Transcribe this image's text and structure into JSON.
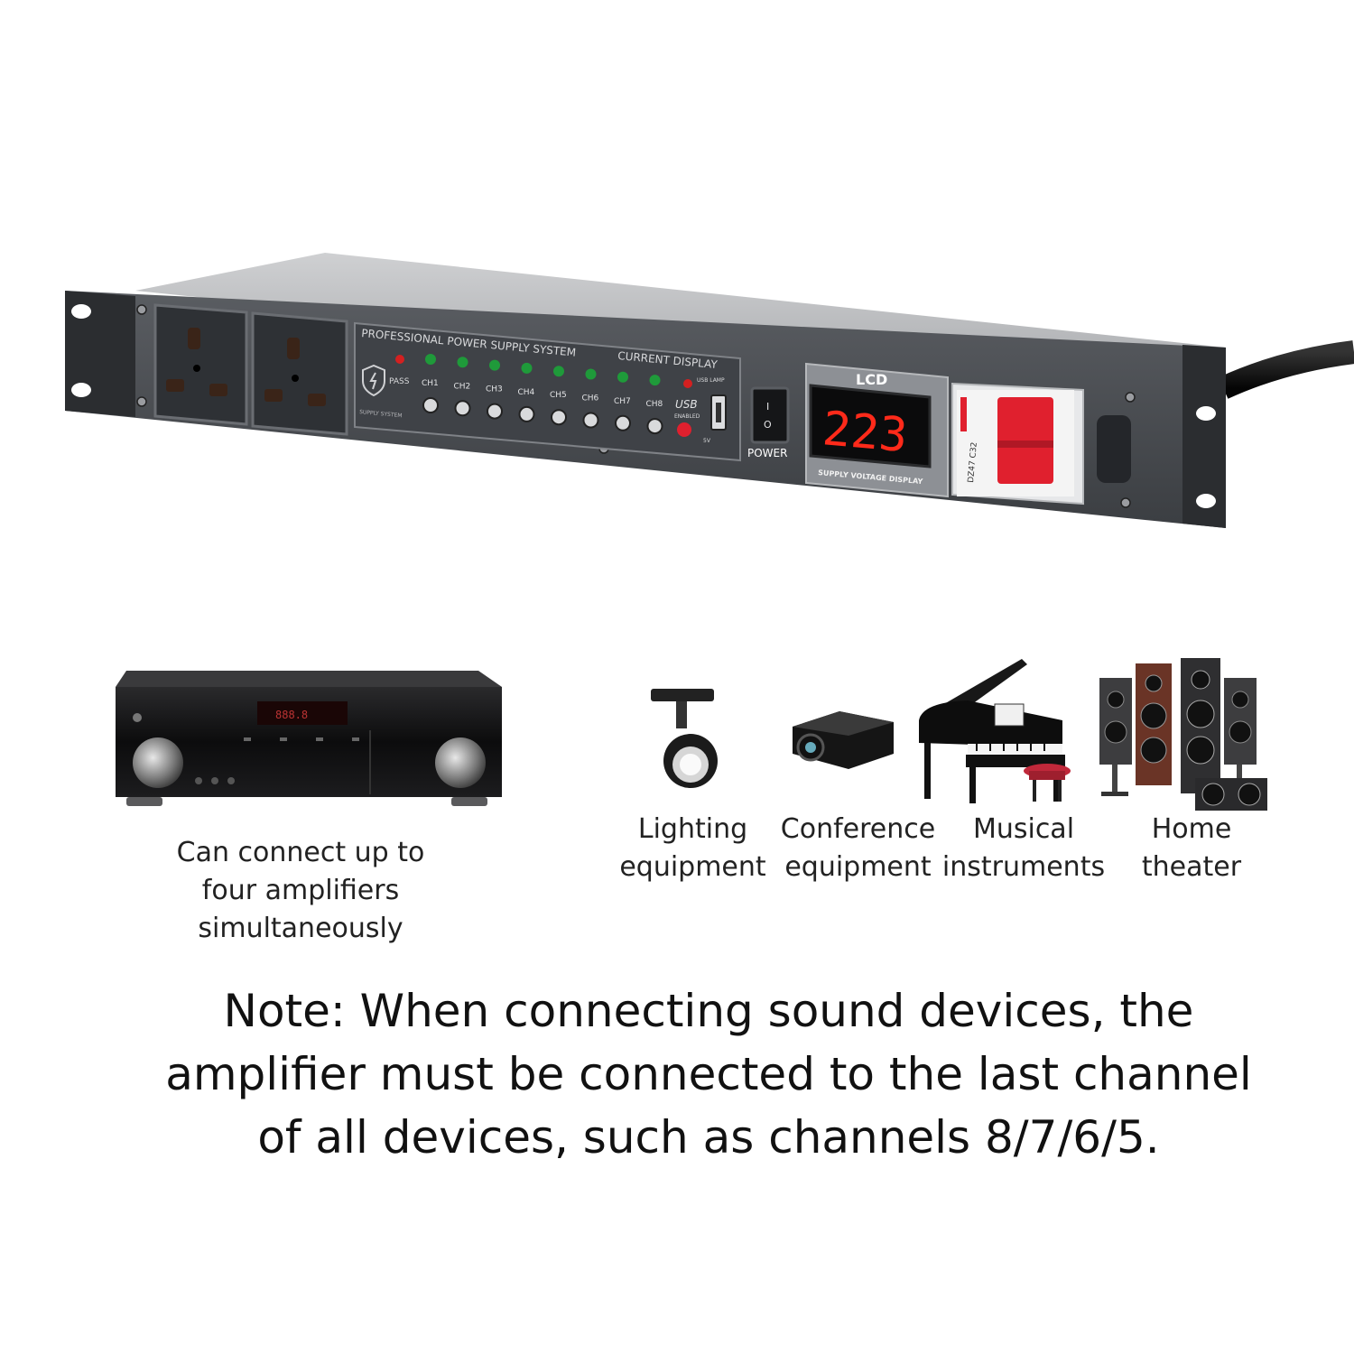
{
  "device": {
    "panel_title": "PROFESSIONAL POWER SUPPLY SYSTEM",
    "current_display": "CURRENT DISPLAY",
    "pass_label": "PASS",
    "supply_system": "SUPPLY SYSTEM",
    "channels": [
      "CH1",
      "CH2",
      "CH3",
      "CH4",
      "CH5",
      "CH6",
      "CH7",
      "CH8"
    ],
    "usb_lamp": "USB LAMP",
    "usb_label": "USB",
    "usb_enabled": "ENABLED",
    "usb_volt": "5V",
    "power_label": "POWER",
    "switch_on": "I",
    "switch_off": "O",
    "lcd_label": "LCD",
    "voltage": "223",
    "voltage_caption": "SUPPLY VOLTAGE DISPLAY",
    "breaker_model": "DZ47 C32",
    "colors": {
      "display": "#ff2a1a",
      "led_green": "#1f9a3a",
      "led_red": "#d42020",
      "breaker": "#e0202e"
    }
  },
  "amplifier": {
    "caption_line1": "Can connect up to",
    "caption_line2": "four amplifiers simultaneously"
  },
  "applications": [
    {
      "line1": "Lighting",
      "line2": "equipment",
      "icon": "track-light-icon"
    },
    {
      "line1": "Conference",
      "line2": "equipment",
      "icon": "projector-icon"
    },
    {
      "line1": "Musical",
      "line2": "instruments",
      "icon": "piano-icon"
    },
    {
      "line1": "Home",
      "line2": "theater",
      "icon": "speakers-icon"
    }
  ],
  "note": {
    "line1": "Note: When connecting sound devices, the",
    "line2": "amplifier must be connected to the last channel",
    "line3": "of all devices, such as channels 8/7/6/5."
  }
}
